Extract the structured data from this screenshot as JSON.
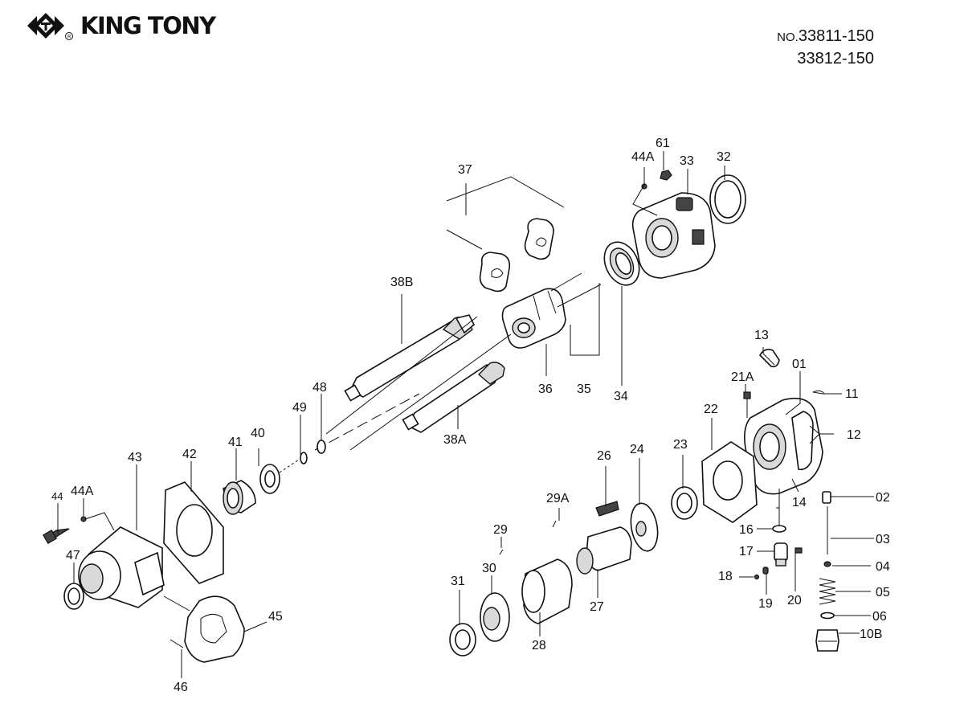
{
  "brand": {
    "name": "KING TONY",
    "logo_icon": "king-tony-logo-icon"
  },
  "doc": {
    "prefix": "NO.",
    "model_1": "33811-150",
    "model_2": "33812-150"
  },
  "callouts": {
    "p37": "37",
    "p61": "61",
    "p44A_top": "44A",
    "p33": "33",
    "p32": "32",
    "p38B": "38B",
    "p36": "36",
    "p35": "35",
    "p34": "34",
    "p38A": "38A",
    "p48": "48",
    "p49": "49",
    "p40": "40",
    "p41": "41",
    "p42": "42",
    "p43": "43",
    "p44": "44",
    "p44A": "44A",
    "p47": "47",
    "p45": "45",
    "p46": "46",
    "p13": "13",
    "p01": "01",
    "p21A": "21A",
    "p11": "11",
    "p22": "22",
    "p12": "12",
    "p23": "23",
    "p26": "26",
    "p24": "24",
    "p14": "14",
    "p02": "02",
    "p29A": "29A",
    "p29": "29",
    "p16": "16",
    "p03": "03",
    "p17": "17",
    "p04": "04",
    "p30": "30",
    "p31": "31",
    "p27": "27",
    "p18": "18",
    "p19": "19",
    "p20": "20",
    "p05": "05",
    "p06": "06",
    "p10B": "10B",
    "p28": "28"
  }
}
